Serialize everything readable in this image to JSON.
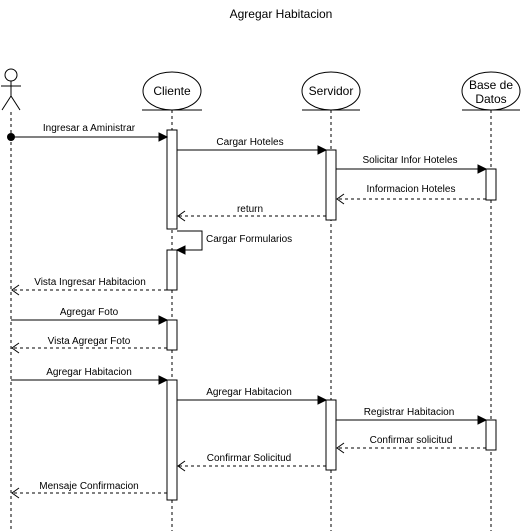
{
  "title": "Agregar Habitacion",
  "participants": {
    "actor": "",
    "cliente": "Cliente",
    "servidor": "Servidor",
    "base_line1": "Base de",
    "base_line2": "Datos"
  },
  "messages": [
    {
      "label": "Ingresar a Aministrar",
      "kind": "sync"
    },
    {
      "label": "Cargar Hoteles",
      "kind": "sync"
    },
    {
      "label": "Solicitar Infor Hoteles",
      "kind": "sync"
    },
    {
      "label": "Informacion Hoteles",
      "kind": "return"
    },
    {
      "label": "return",
      "kind": "return"
    },
    {
      "label": "Cargar Formularios",
      "kind": "self"
    },
    {
      "label": "Vista Ingresar Habitacion",
      "kind": "return"
    },
    {
      "label": "Agregar Foto",
      "kind": "sync"
    },
    {
      "label": "Vista Agregar Foto",
      "kind": "return"
    },
    {
      "label": "Agregar Habitacion",
      "kind": "sync"
    },
    {
      "label": "Agregar Habitacion",
      "kind": "sync"
    },
    {
      "label": "Registrar Habitacion",
      "kind": "sync"
    },
    {
      "label": "Confirmar solicitud",
      "kind": "return"
    },
    {
      "label": "Confirmar Solicitud",
      "kind": "return"
    },
    {
      "label": "Mensaje Confirmacion",
      "kind": "return"
    }
  ]
}
